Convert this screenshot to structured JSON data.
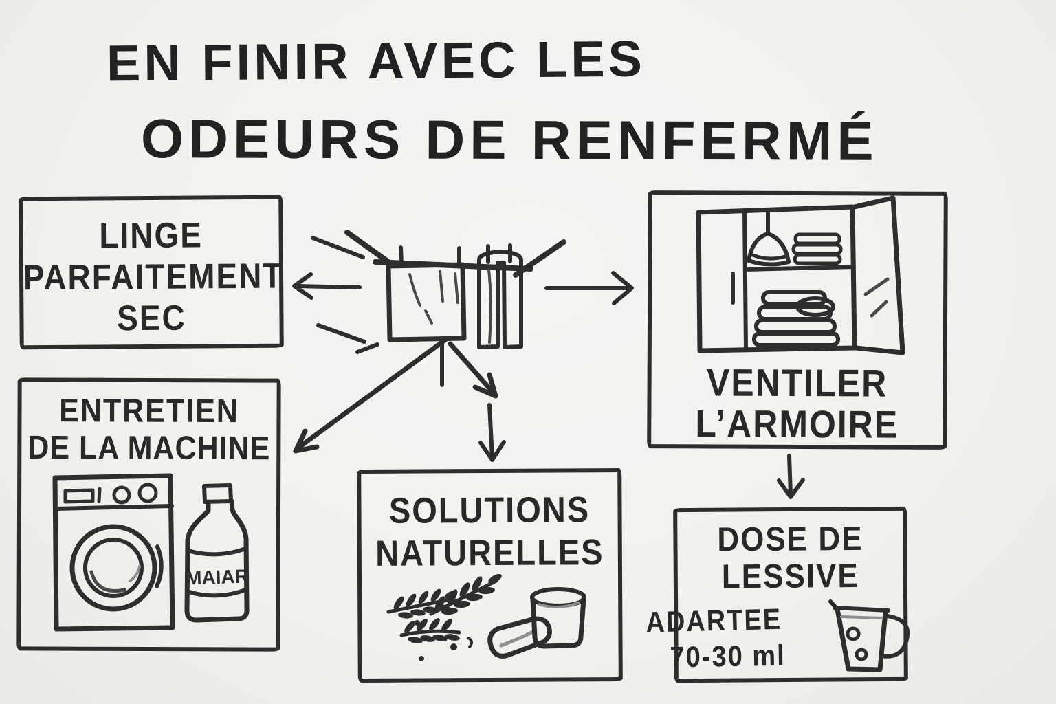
{
  "title": {
    "line1": "EN FINIR AVEC LES",
    "line2": "ODEURS DE RENFERMÉ"
  },
  "nodes": {
    "linge": {
      "line1": "LINGE",
      "line2": "PARFAITEMENT",
      "line3": "SEC"
    },
    "entretien": {
      "line1": "ENTRETIEN",
      "line2": "DE LA MACHINE",
      "bottle_label": "MAIAR"
    },
    "solutions": {
      "line1": "SOLUTIONS",
      "line2": "NATURELLES"
    },
    "armoire": {
      "line1": "VENTILER",
      "line2": "L’ARMOIRE"
    },
    "dose": {
      "line1": "DOSE DE",
      "line2": "LESSIVE",
      "line3": "ADARTEE",
      "line4": "70-30 ml"
    }
  },
  "icons": {
    "center": "drying-rack-with-laundry",
    "entretien": [
      "washing-machine",
      "detergent-bottle"
    ],
    "armoire": "open-wardrobe-with-folded-linen",
    "solutions": [
      "herb-sprigs",
      "soap-bar",
      "jar"
    ],
    "dose": "measuring-cup"
  },
  "colors": {
    "background": "#f2f1ee",
    "ink": "#2e2e2e"
  }
}
